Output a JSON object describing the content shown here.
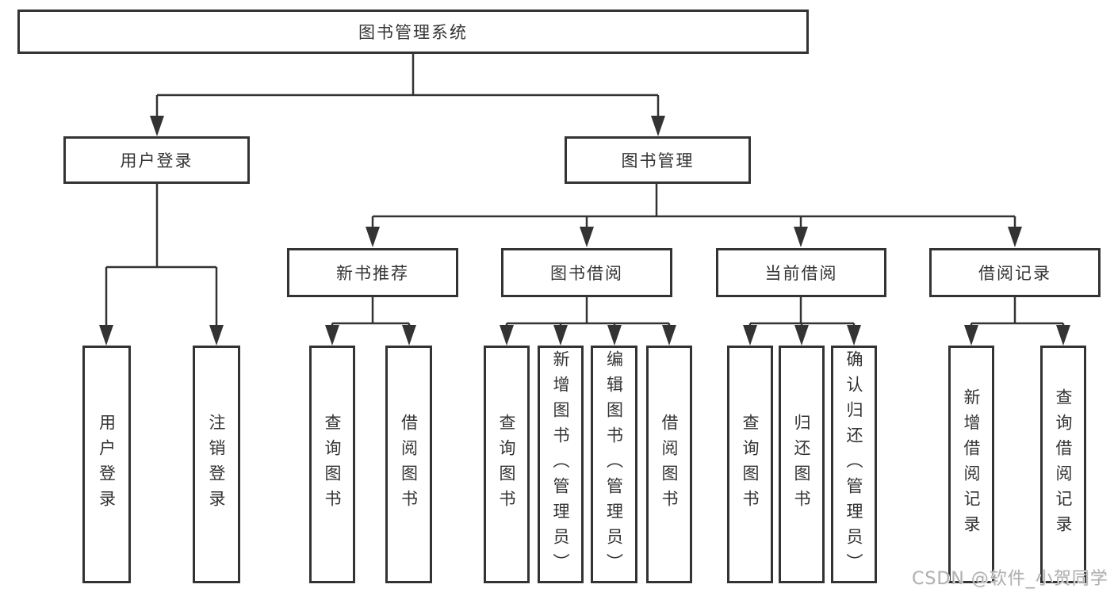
{
  "diagram": {
    "root": {
      "label": "图书管理系统"
    },
    "branches": [
      {
        "label": "用户登录",
        "leaves": [
          {
            "label": "用户登录"
          },
          {
            "label": "注销登录"
          }
        ]
      },
      {
        "label": "图书管理",
        "groups": [
          {
            "label": "新书推荐",
            "leaves": [
              {
                "label": "查询图书"
              },
              {
                "label": "借阅图书"
              }
            ]
          },
          {
            "label": "图书借阅",
            "leaves": [
              {
                "label": "查询图书"
              },
              {
                "label": "新增图书（管理员）"
              },
              {
                "label": "编辑图书（管理员）"
              },
              {
                "label": "借阅图书"
              }
            ]
          },
          {
            "label": "当前借阅",
            "leaves": [
              {
                "label": "查询图书"
              },
              {
                "label": "归还图书"
              },
              {
                "label": "确认归还（管理员）"
              }
            ]
          },
          {
            "label": "借阅记录",
            "leaves": [
              {
                "label": "新增借阅记录"
              },
              {
                "label": "查询借阅记录"
              }
            ]
          }
        ]
      }
    ]
  },
  "watermark": {
    "text": "CSDN @软件_小贺同学",
    "color": "#b0b0b0"
  },
  "style_tokens": {
    "line_color": "#333333",
    "box_fill": "#ffffff",
    "text_color": "#333333"
  }
}
